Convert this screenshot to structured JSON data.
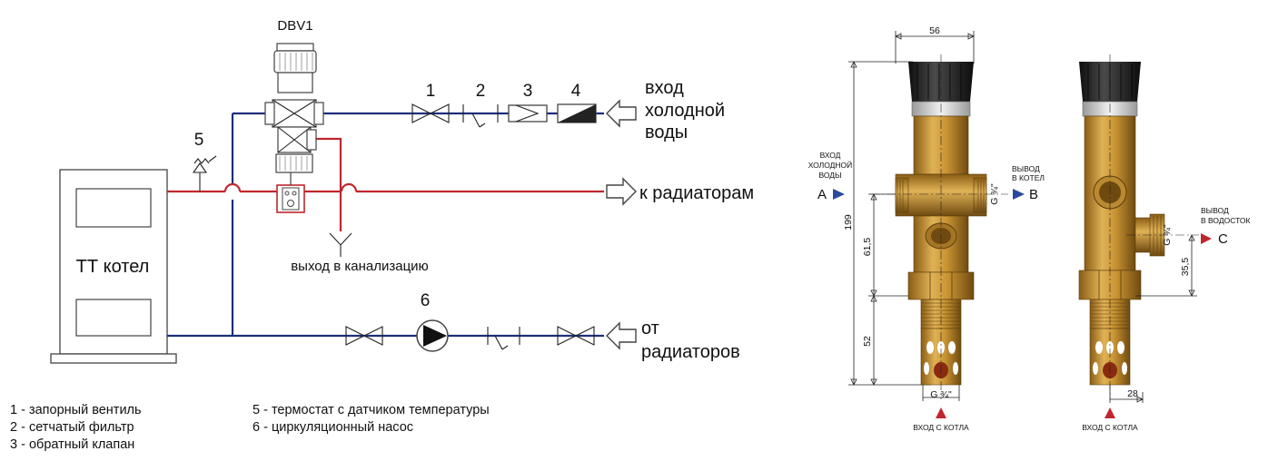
{
  "scheme": {
    "valve_label": "DBV1",
    "components": [
      "1",
      "2",
      "3",
      "4",
      "5",
      "6"
    ],
    "boiler_label": "ТТ котел",
    "cold_water_inlet": [
      "вход",
      "холодной",
      "воды"
    ],
    "to_radiators": "к радиаторам",
    "from_radiators": [
      "от",
      "радиаторов"
    ],
    "drain_outlet": "выход в канализацию"
  },
  "legend": [
    "1 - запорный вентиль",
    "2 - сетчатый фильтр",
    "3 - обратный клапан",
    "5 - термостат с датчиком температуры",
    "6 - циркуляционный насос"
  ],
  "drawing": {
    "front": {
      "inlet_a_caption": [
        "ВХОД",
        "ХОЛОДНОЙ",
        "ВОДЫ"
      ],
      "port_a": "A",
      "outlet_b_caption": [
        "ВЫВОД",
        "В КОТЕЛ"
      ],
      "port_b": "B",
      "dim_width": "56",
      "dim_height": "199",
      "dim_upper": "61,5",
      "dim_lower": "52",
      "thread_side": "G ¾\"",
      "thread_bottom": "G ¾\"",
      "bottom_caption": "ВХОД С КОТЛА"
    },
    "side": {
      "outlet_c_caption": [
        "ВЫВОД",
        "В ВОДОСТОК"
      ],
      "port_c": "C",
      "thread_side": "G ¾\"",
      "dim_offset": "35,5",
      "dim_bottom": "28",
      "bottom_caption": "ВХОД С КОТЛА"
    }
  },
  "colors": {
    "cold_pipe": "#1c2f7a",
    "hot_pipe": "#c0272d",
    "brass": "#b8862a",
    "knob": "#1a1a1a",
    "port_arrow": "#2a4aa0",
    "inlet_arrow": "#c0272d"
  }
}
